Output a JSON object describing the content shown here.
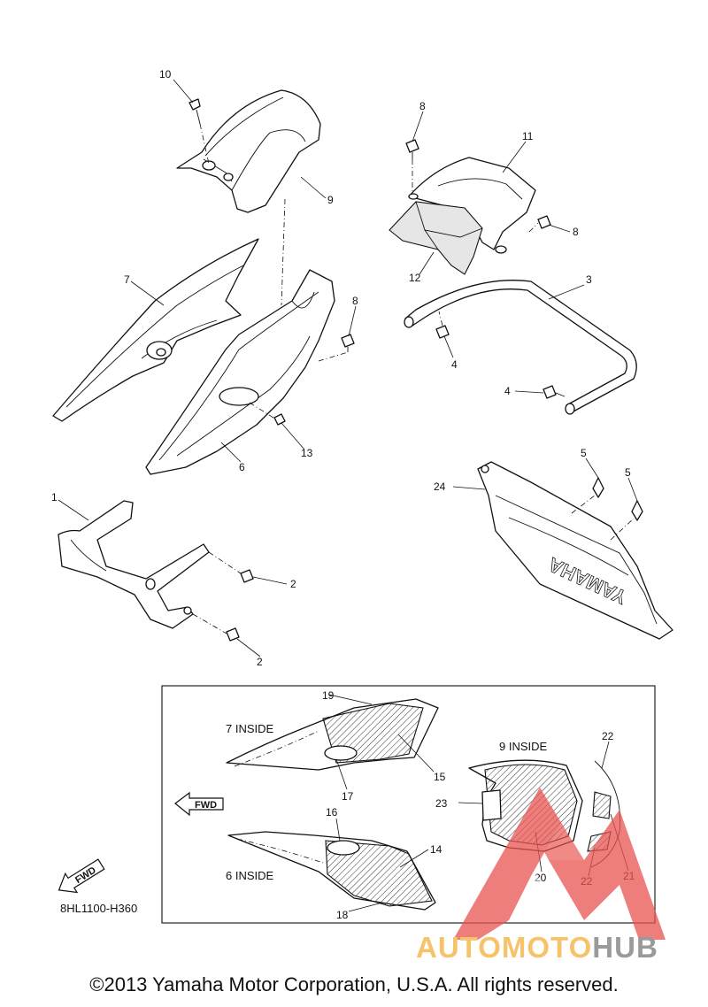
{
  "diagram": {
    "callouts": [
      "1",
      "2",
      "2",
      "3",
      "4",
      "4",
      "5",
      "5",
      "6",
      "7",
      "8",
      "8",
      "8",
      "9",
      "10",
      "11",
      "12",
      "13",
      "24"
    ],
    "inset": {
      "label_7_inside": "7 INSIDE",
      "label_9_inside": "9 INSIDE",
      "label_6_inside": "6 INSIDE",
      "callouts": [
        "14",
        "15",
        "16",
        "17",
        "18",
        "19",
        "20",
        "21",
        "22",
        "22",
        "23"
      ],
      "fwd_label": "FWD"
    },
    "fwd_label": "FWD",
    "part_code": "8HL1100-H360",
    "emblem_text": "YAMAHA"
  },
  "watermark": {
    "word_part1": "AUTOMOTO",
    "word_part2": "HUB",
    "colors": {
      "red": "#e8534f",
      "orange": "#f6c36a",
      "grey": "#9a9a9a"
    }
  },
  "copyright": "©2013 Yamaha Motor Corporation, U.S.A. All rights reserved."
}
